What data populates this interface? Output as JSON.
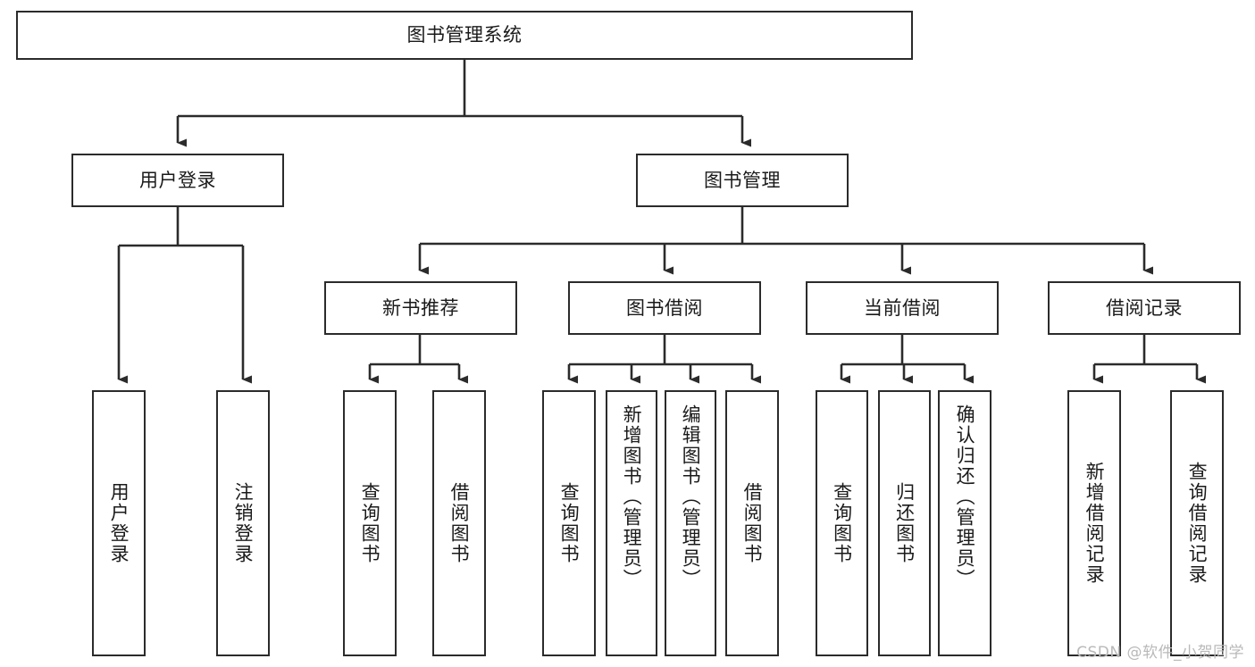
{
  "diagram": {
    "title": "图书管理系统",
    "watermark": "CSDN @软件_小贺同学",
    "colors": {
      "background": "#ffffff",
      "stroke": "#2b2b2b",
      "text": "#1a1a1a",
      "watermark": "#b9b9b9"
    },
    "levels": {
      "root": "图书管理系统",
      "level2": [
        "用户登录",
        "图书管理"
      ],
      "level3": [
        "新书推荐",
        "图书借阅",
        "当前借阅",
        "借阅记录"
      ]
    },
    "nodes": {
      "root": {
        "label": "图书管理系统"
      },
      "user_login": {
        "label": "用户登录"
      },
      "book_manage": {
        "label": "图书管理"
      },
      "new_book_rec": {
        "label": "新书推荐"
      },
      "book_borrow": {
        "label": "图书借阅"
      },
      "current_borrow": {
        "label": "当前借阅"
      },
      "borrow_record": {
        "label": "借阅记录"
      },
      "leaf_user_login": {
        "label": "用户登录"
      },
      "leaf_user_logout": {
        "label": "注销登录"
      },
      "leaf_rec_query": {
        "label": "查询图书"
      },
      "leaf_rec_borrow": {
        "label": "借阅图书"
      },
      "leaf_borrow_query": {
        "label": "查询图书"
      },
      "leaf_borrow_add": {
        "label": "新增图书（管理员）"
      },
      "leaf_borrow_edit": {
        "label": "编辑图书（管理员）"
      },
      "leaf_borrow_lend": {
        "label": "借阅图书"
      },
      "leaf_current_query": {
        "label": "查询图书"
      },
      "leaf_current_return": {
        "label": "归还图书"
      },
      "leaf_current_confirm": {
        "label": "确认归还（管理员）"
      },
      "leaf_record_add": {
        "label": "新增借阅记录"
      },
      "leaf_record_query": {
        "label": "查询借阅记录"
      }
    }
  }
}
